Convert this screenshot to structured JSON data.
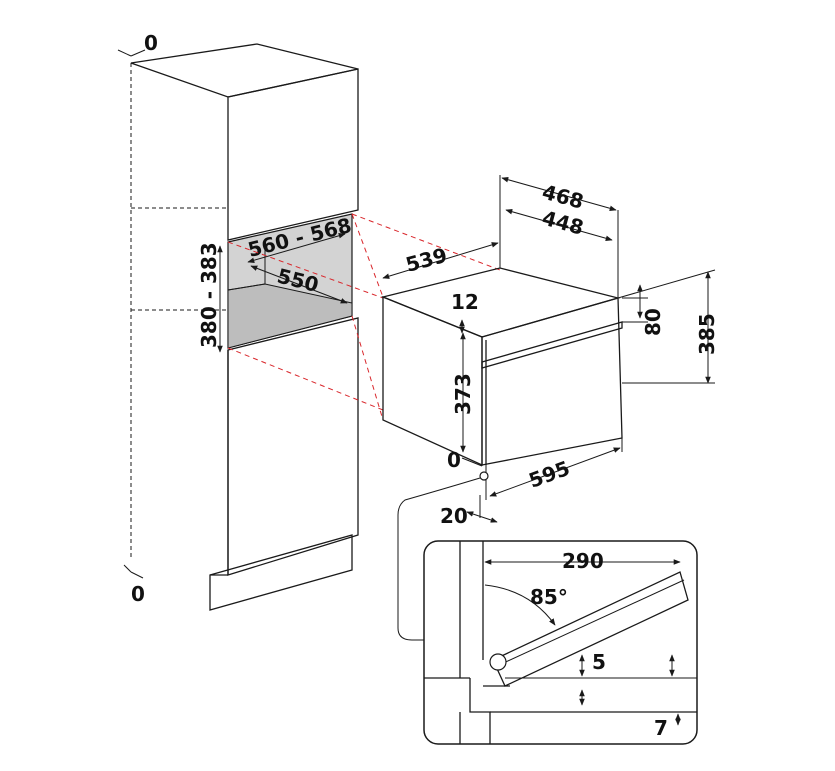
{
  "dimensions": {
    "cabinet_top_gap": "0",
    "cabinet_bottom_gap": "0",
    "niche_width": "560 - 568",
    "niche_depth": "550",
    "niche_height": "380 - 383",
    "oven_depth_total": "468",
    "oven_depth_body": "448",
    "oven_body_depth_side": "539",
    "oven_top_offset": "12",
    "oven_panel_height": "80",
    "oven_total_height": "385",
    "oven_body_height": "373",
    "oven_bottom_gap": "0",
    "oven_width": "595",
    "oven_front_offset": "20"
  },
  "detail": {
    "door_length": "290",
    "door_angle": "85°",
    "gap_upper": "5",
    "gap_lower": "7"
  },
  "colors": {
    "line": "#1a1a1a",
    "guide": "#d9262b",
    "niche_fill": "#d3d3d3",
    "niche_shadow": "#bdbdbd"
  }
}
